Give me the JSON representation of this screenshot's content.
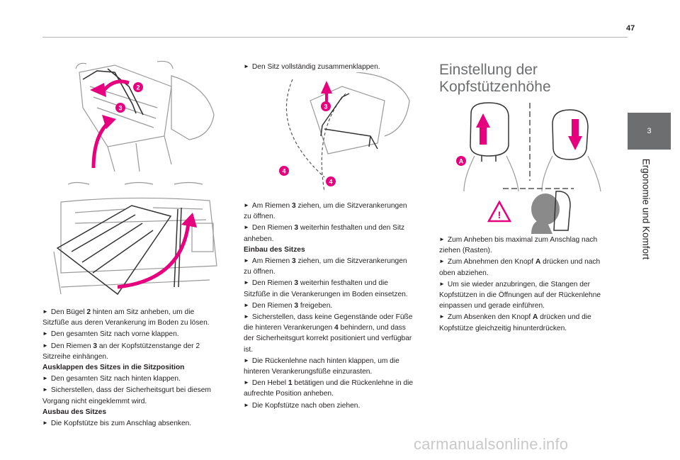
{
  "page_number": "47",
  "chapter_tab": "3",
  "chapter_title": "Ergonomie und Komfort",
  "callouts": {
    "two": "2",
    "three": "3",
    "four": "4",
    "A": "A"
  },
  "col1": {
    "l1": "Den Bügel",
    "l1b": "2",
    "l1c": "hinten am Sitz anheben, um die",
    "l2": "Sitzfüße aus deren Verankerung im Boden zu lösen.",
    "l3": "Den gesamten Sitz nach vorne klappen.",
    "l4": "Den Riemen",
    "l4b": "3",
    "l4c": "an der Kopfstützenstange der 2",
    "l5": "Sitzreihe einhängen.",
    "h1": "Ausklappen des Sitzes in die Sitzposition",
    "l6": "Den gesamten Sitz nach hinten klappen.",
    "l7": "Sicherstellen, dass der Sicherheitsgurt bei diesem",
    "l8": "Vorgang nicht eingeklemmt wird.",
    "h2": "Ausbau des Sitzes",
    "l9": "Die Kopfstütze bis zum Anschlag absenken."
  },
  "col2": {
    "top": "Den Sitz vollständig zusammenklappen.",
    "l1": "Am Riemen",
    "l1b": "3",
    "l1c": "ziehen, um die Sitzverankerungen",
    "l2": "zu öffnen.",
    "l3": "Den Riemen",
    "l3b": "3",
    "l3c": "weiterhin festhalten und den Sitz",
    "l4": "anheben.",
    "h1": "Einbau des Sitzes",
    "l5": "Am Riemen",
    "l5b": "3",
    "l5c": "ziehen, um die Sitzverankerungen",
    "l6": "zu öffnen.",
    "l7": "Den Riemen",
    "l7b": "3",
    "l7c": "weiterhin festhalten und die",
    "l8": "Sitzfüße in die Verankerungen im Boden einsetzen.",
    "l9": "Den Riemen",
    "l9b": "3",
    "l9c": "freigeben.",
    "l10": "Sicherstellen, dass keine Gegenstände oder Füße",
    "l11": "die hinteren Verankerungen",
    "l11b": "4",
    "l11c": "behindern, und dass",
    "l12": "der Sicherheitsgurt korrekt positioniert und verfügbar",
    "l13": "ist.",
    "l14": "Die Rückenlehne nach hinten klappen, um die",
    "l15": "hinteren Verankerungsfüße einzurasten.",
    "l16": "Den Hebel",
    "l16b": "1",
    "l16c": "betätigen und die Rückenlehne in die",
    "l17": "aufrechte Position anheben.",
    "l18": "Die Kopfstütze nach oben ziehen."
  },
  "col3": {
    "title1": "Einstellung der",
    "title2": "Kopfstützenhöhe",
    "l1": "Zum Anheben bis maximal zum Anschlag nach",
    "l2": "ziehen (Rasten).",
    "l3": "Zum Abnehmen den Knopf",
    "l3b": "A",
    "l3c": "drücken und nach",
    "l4": "oben abziehen.",
    "l5": "Um sie wieder anzubringen, die Stangen der",
    "l6": "Kopfstützen in die Öffnungen auf der Rückenlehne",
    "l7": "einpassen und gerade einführen.",
    "l8": "Zum Absenken den Knopf",
    "l8b": "A",
    "l8c": "drücken und die",
    "l9": "Kopfstütze gleichzeitig hinunterdrücken."
  },
  "watermark": "carmanualsonline.info",
  "colors": {
    "accent": "#e6007e",
    "tab": "#6c6e70"
  }
}
